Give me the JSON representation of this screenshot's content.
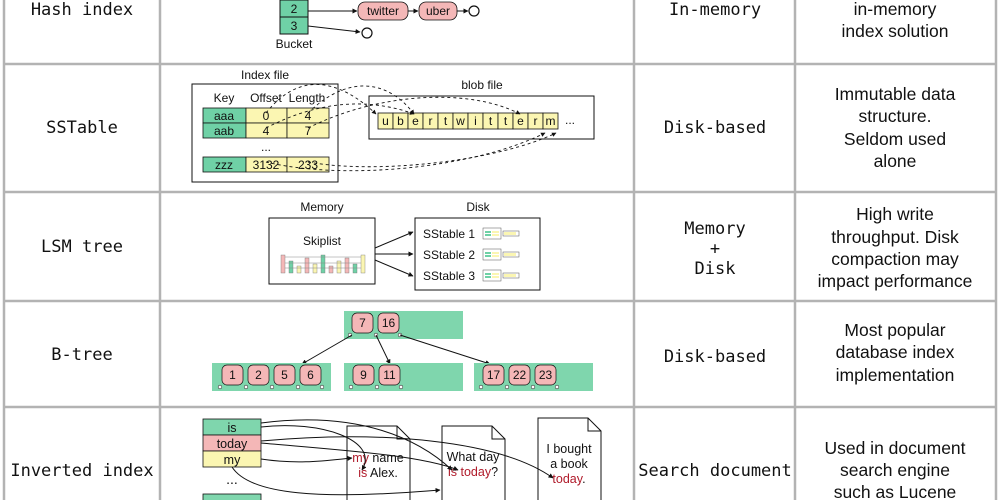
{
  "rows": [
    {
      "name": "Hash index",
      "storage": [
        "In-memory"
      ],
      "description": [
        "in-memory",
        "index solution"
      ],
      "diagram": {
        "buckets": [
          "2",
          "3"
        ],
        "bucket_label": "Bucket",
        "chain": [
          "twitter",
          "uber"
        ]
      }
    },
    {
      "name": "SSTable",
      "storage": [
        "Disk-based"
      ],
      "description": [
        "Immutable data",
        "structure.",
        "Seldom used",
        "alone"
      ],
      "diagram": {
        "index_title": "Index file",
        "headers": [
          "Key",
          "Offset",
          "Length"
        ],
        "entries": [
          {
            "key": "aaa",
            "offset": "0",
            "length": "4"
          },
          {
            "key": "aab",
            "offset": "4",
            "length": "7"
          }
        ],
        "ellipsis": "...",
        "last_entry": {
          "key": "zzz",
          "offset": "3132",
          "length": "233"
        },
        "blob_title": "blob file",
        "blob_chars": [
          "u",
          "b",
          "e",
          "r",
          "t",
          "w",
          "i",
          "t",
          "t",
          "e",
          "r",
          "m"
        ],
        "blob_ellipsis": "..."
      }
    },
    {
      "name": "LSM tree",
      "storage": [
        "Memory",
        "+",
        "Disk"
      ],
      "description": [
        "High write",
        "throughput. Disk",
        "compaction may",
        "impact performance"
      ],
      "diagram": {
        "memory_title": "Memory",
        "disk_title": "Disk",
        "skiplist_label": "Skiplist",
        "sstables": [
          "SStable 1",
          "SStable 2",
          "SStable 3"
        ]
      }
    },
    {
      "name": "B-tree",
      "storage": [
        "Disk-based"
      ],
      "description": [
        "Most popular",
        "database index",
        "implementation"
      ],
      "diagram": {
        "root_keys": [
          "7",
          "16"
        ],
        "children": [
          [
            "1",
            "2",
            "5",
            "6"
          ],
          [
            "9",
            "11"
          ],
          [
            "17",
            "22",
            "23"
          ]
        ]
      }
    },
    {
      "name": "Inverted index",
      "storage": [
        "Search document"
      ],
      "description": [
        "Used in document",
        "search engine",
        "such as Lucene"
      ],
      "diagram": {
        "terms": [
          "is",
          "today",
          "my"
        ],
        "ellipsis": "...",
        "doc1": [
          [
            {
              "t": "my",
              "hl": true
            },
            {
              "t": " name",
              "hl": false
            }
          ],
          [
            {
              "t": "is",
              "hl": true
            },
            {
              "t": " Alex.",
              "hl": false
            }
          ]
        ],
        "doc2": [
          [
            {
              "t": "What day",
              "hl": false
            }
          ],
          [
            {
              "t": "is",
              "hl": true
            },
            {
              "t": " ",
              "hl": false
            },
            {
              "t": "today",
              "hl": true
            },
            {
              "t": "?",
              "hl": false
            }
          ]
        ],
        "doc3": [
          [
            {
              "t": "I bought",
              "hl": false
            }
          ],
          [
            {
              "t": "a book",
              "hl": false
            }
          ],
          [
            {
              "t": "today",
              "hl": true
            },
            {
              "t": ".",
              "hl": false
            }
          ]
        ]
      }
    }
  ]
}
